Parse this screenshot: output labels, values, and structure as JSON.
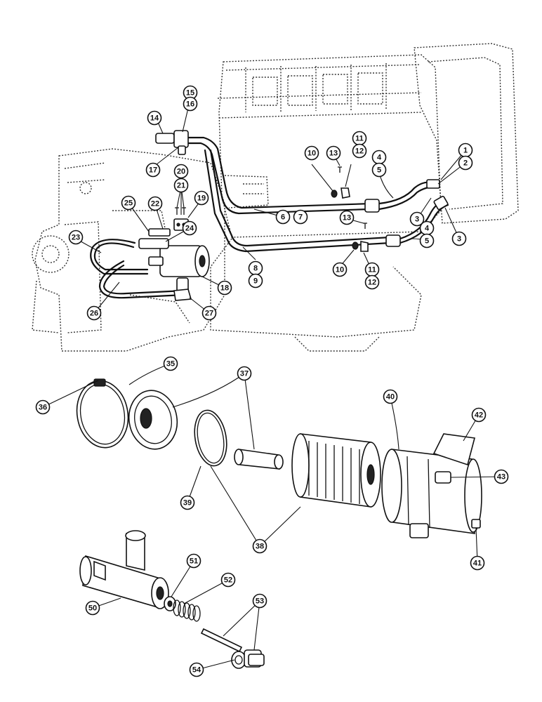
{
  "diagram": {
    "callouts": [
      "1",
      "2",
      "3",
      "3",
      "4",
      "5",
      "4",
      "5",
      "6",
      "7",
      "8",
      "9",
      "10",
      "11",
      "12",
      "13",
      "10",
      "11",
      "12",
      "13",
      "14",
      "15",
      "16",
      "17",
      "18",
      "19",
      "20",
      "21",
      "22",
      "23",
      "24",
      "25",
      "26",
      "27",
      "35",
      "36",
      "37",
      "38",
      "39",
      "40",
      "41",
      "42",
      "43",
      "50",
      "51",
      "52",
      "53",
      "54"
    ]
  }
}
